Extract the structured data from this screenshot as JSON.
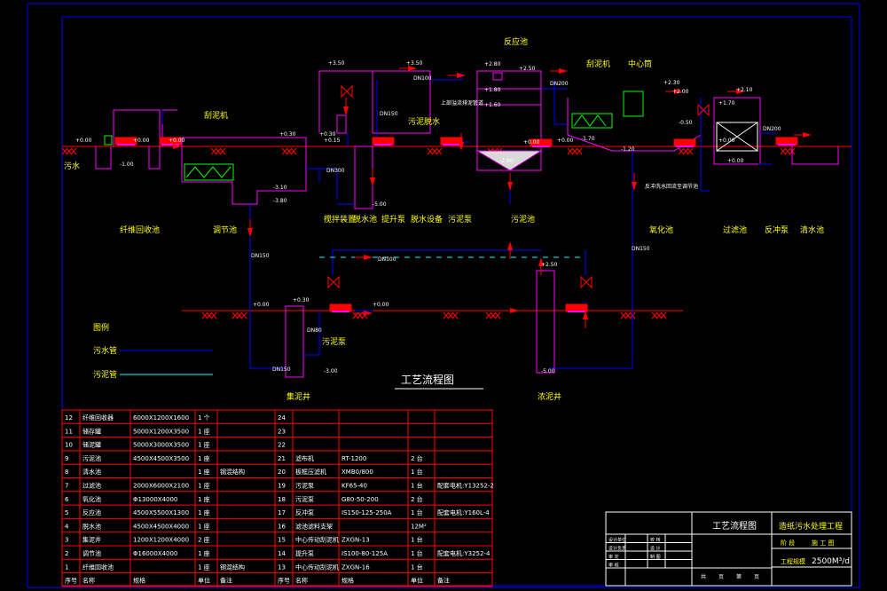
{
  "colors": {
    "background": "#000000",
    "frame": "#0000ff",
    "ground": "#ff0000",
    "structure": "#ff00ff",
    "pipe": "#0000ff",
    "sludge": "#00ffff",
    "text": "#ffffff",
    "elevation": "#ffff00",
    "label": "#ffff00",
    "equipment": "#00ff00",
    "table": "#ff0000",
    "arrow": "#ff0000"
  },
  "main_title": "工艺流程图",
  "legend": {
    "title": "图例",
    "items": [
      "污水管",
      "污泥管"
    ]
  },
  "process_units": [
    "纤维回收池",
    "调节池",
    "搅拌装置",
    "脱水池",
    "提升泵",
    "脱水设备",
    "污泥泵",
    "污泥池",
    "氧化池",
    "过滤池",
    "反冲泵",
    "清水池",
    "反应池",
    "刮泥机",
    "中心筒",
    "污泥脱水",
    "集泥井",
    "污泥泵",
    "浓泥井",
    "污水"
  ],
  "annotations": {
    "reactor_top": "反应池",
    "scraper": "刮泥机",
    "center_tube": "中心筒",
    "sludge_dewater": "污泥脱水",
    "pipe_note_1": "上部溢流排泥管道",
    "pipe_note_2": "反冲洗水回流至调节池"
  },
  "elevations": [
    "+0.00",
    "+0.00",
    "+0.00",
    "+0.00",
    "+0.00",
    "+0.30",
    "+0.30",
    "+3.50",
    "+3.50",
    "+2.80",
    "+2.50",
    "+1.80",
    "+1.60",
    "+2.30",
    "+2.00",
    "+2.10",
    "+1.70",
    "+0.00",
    "-0.50",
    "-1.00",
    "-1.20",
    "-2.80",
    "-3.10",
    "-3.80",
    "-5.00",
    "+0.15",
    "+0.30",
    "+2.50",
    "-3.00",
    "-5.00",
    "+0.00",
    "+0.00",
    "-1.70",
    "+0.00"
  ],
  "pipes": [
    "DN100",
    "DN150",
    "DN200",
    "DN300",
    "DN150",
    "DN80",
    "DN150",
    "DN150",
    "DN100",
    "DN200"
  ],
  "equipment_table": {
    "headers": [
      "序号",
      "名称",
      "规格",
      "单位",
      "备注"
    ],
    "left_rows": [
      [
        "12",
        "纤维回收器",
        "6000X1200X1600",
        "1 个",
        ""
      ],
      [
        "11",
        "储存罐",
        "5000X1200X3500",
        "1 座",
        ""
      ],
      [
        "10",
        "储泥罐",
        "5000X3000X3500",
        "1 座",
        ""
      ],
      [
        "9",
        "污泥池",
        "4500X4500X3500",
        "1 座",
        ""
      ],
      [
        "8",
        "清水池",
        "",
        "1 座",
        "钢混结构"
      ],
      [
        "7",
        "过滤池",
        "2000X6000X2100",
        "1 座",
        ""
      ],
      [
        "6",
        "氧化池",
        "Φ13000X4000",
        "1 座",
        ""
      ],
      [
        "5",
        "反应池",
        "4500X5500X1300",
        "1 座",
        ""
      ],
      [
        "4",
        "脱水池",
        "4500X4500X4000",
        "1 座",
        ""
      ],
      [
        "3",
        "集泥井",
        "1200X1200X4000",
        "2 座",
        ""
      ],
      [
        "2",
        "调节池",
        "Φ16000X4000",
        "1 座",
        ""
      ],
      [
        "1",
        "纤维回收池",
        "",
        "1 座",
        "钢混结构"
      ]
    ],
    "right_rows": [
      [
        "24",
        "",
        "",
        "",
        ""
      ],
      [
        "23",
        "",
        "",
        "",
        ""
      ],
      [
        "22",
        "",
        "",
        "",
        ""
      ],
      [
        "21",
        "滤布机",
        "RT-1200",
        "2 台",
        ""
      ],
      [
        "20",
        "板框压滤机",
        "XMB0/800",
        "1 台",
        ""
      ],
      [
        "19",
        "污泥泵",
        "KF65-40",
        "1 台",
        "配套电机:Y13252-2"
      ],
      [
        "18",
        "污泥泵",
        "G80-50-200",
        "2 台",
        ""
      ],
      [
        "17",
        "反冲泵",
        "IS150-125-250A",
        "1 台",
        "配套电机:Y160L-4"
      ],
      [
        "16",
        "滤池滤料支架",
        "",
        "12M²",
        ""
      ],
      [
        "15",
        "中心传动刮泥机",
        "ZXGN-13",
        "1 台",
        ""
      ],
      [
        "14",
        "提升泵",
        "IS100-80-125A",
        "1 台",
        "配套电机:Y3252-4"
      ],
      [
        "13",
        "中心传动刮泥机",
        "ZXGN-16",
        "1 台",
        ""
      ]
    ]
  },
  "title_block": {
    "drawing_name": "工艺流程图",
    "project": "造纸污水处理工程",
    "stage": "施 工 图",
    "capacity": "2500M³/d",
    "rows_left": [
      "设计单位",
      "设计负责",
      "审  定",
      "审  核"
    ],
    "rows_mid": [
      "校  核",
      "设  计",
      "制  图"
    ],
    "footer": [
      "共",
      "页",
      "第",
      "页"
    ],
    "labels": [
      "阶  段",
      "工程规模"
    ]
  }
}
